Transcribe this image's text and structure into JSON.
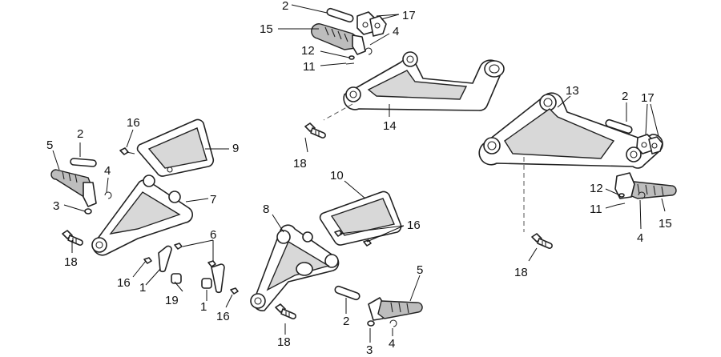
{
  "callouts": {
    "c2_top": "2",
    "c17_top": "17",
    "c15_top": "15",
    "c4_top": "4",
    "c12_top": "12",
    "c11_top": "11",
    "c14": "14",
    "c18_mid": "18",
    "c13": "13",
    "c2_right": "2",
    "c17_right": "17",
    "c12_right": "12",
    "c11_right": "11",
    "c15_right": "15",
    "c4_right": "4",
    "c18_right": "18",
    "c2_left": "2",
    "c16_left": "16",
    "c9": "9",
    "c5_left": "5",
    "c4_left": "4",
    "c3_left": "3",
    "c7": "7",
    "c18_left": "18",
    "c6": "6",
    "c16_a": "16",
    "c1_a": "1",
    "c19": "19",
    "c1_b": "1",
    "c16_b": "16",
    "c10": "10",
    "c8": "8",
    "c16_c": "16",
    "c5_center": "5",
    "c18_center": "18",
    "c2_center": "2",
    "c3_center": "3",
    "c4_center": "4"
  }
}
